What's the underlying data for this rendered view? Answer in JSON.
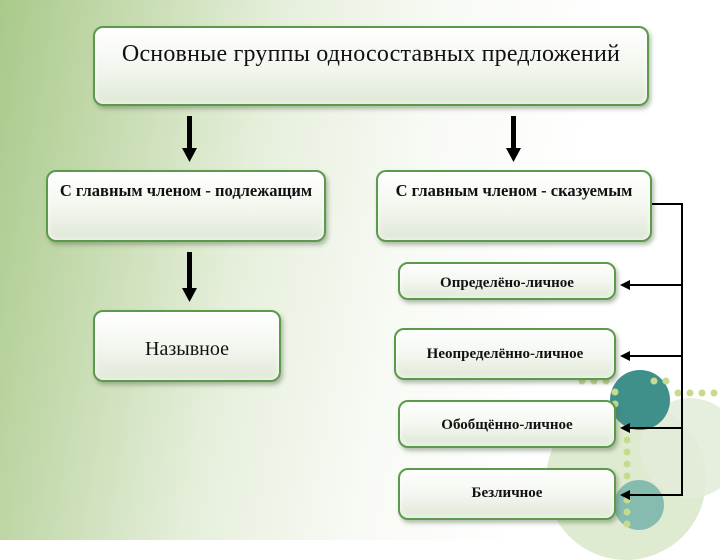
{
  "title": "Основные группы односоставных предложений",
  "groups": {
    "subject": "С главным членом - подлежащим",
    "predicate": "С главным членом - сказуемым"
  },
  "subject_types": [
    "Назывное"
  ],
  "predicate_types": [
    "Определёно-личное",
    "Неопределённо-личное",
    "Обобщённо-личное",
    "Безличное"
  ],
  "colors": {
    "box_border": "#5a9a4a",
    "arrow": "#000000",
    "accent_teal": "#3f8f8a",
    "accent_green": "#b6cf7a"
  }
}
